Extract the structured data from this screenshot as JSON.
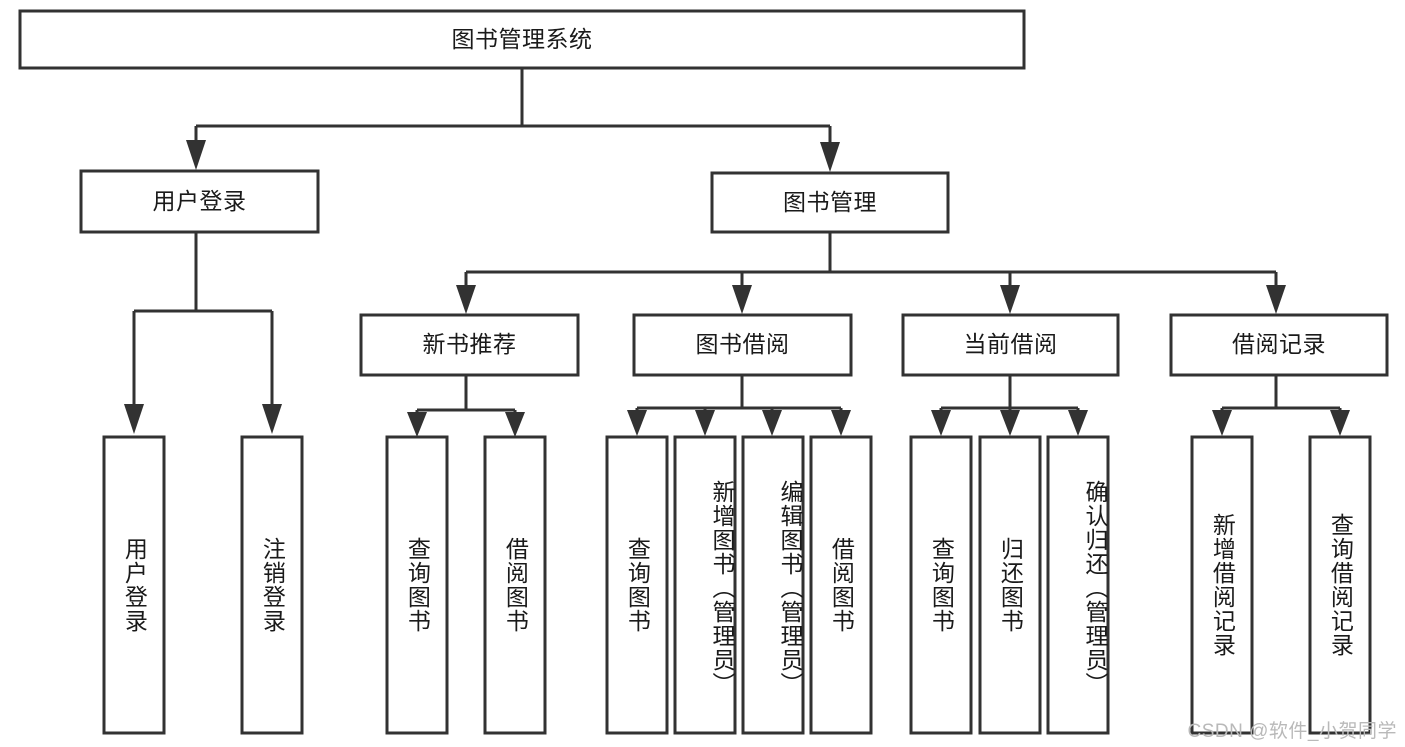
{
  "diagram": {
    "title": "图书管理系统",
    "type": "hierarchy-tree",
    "watermark": "CSDN @软件_小贺同学",
    "colors": {
      "box_fill": "#ffffff",
      "box_stroke": "#323232",
      "text": "#1a1a1a",
      "watermark": "#b9b9b9",
      "background": "#ffffff"
    },
    "nodes": {
      "root": {
        "label": "图书管理系统",
        "level": 1,
        "orientation": "horizontal"
      },
      "l2": [
        {
          "id": "user-login",
          "label": "用户登录",
          "level": 2,
          "orientation": "horizontal"
        },
        {
          "id": "book-manage",
          "label": "图书管理",
          "level": 2,
          "orientation": "horizontal"
        }
      ],
      "l3": [
        {
          "id": "new-book-recommend",
          "label": "新书推荐",
          "level": 3,
          "orientation": "horizontal"
        },
        {
          "id": "book-borrow",
          "label": "图书借阅",
          "level": 3,
          "orientation": "horizontal"
        },
        {
          "id": "current-borrow",
          "label": "当前借阅",
          "level": 3,
          "orientation": "horizontal"
        },
        {
          "id": "borrow-record",
          "label": "借阅记录",
          "level": 3,
          "orientation": "horizontal"
        }
      ],
      "leaves": [
        {
          "id": "leaf-user-login",
          "label": "用户登录",
          "parent": "user-login",
          "orientation": "vertical"
        },
        {
          "id": "leaf-user-logout",
          "label": "注销登录",
          "parent": "user-login",
          "orientation": "vertical"
        },
        {
          "id": "leaf-query-book-1",
          "label": "查询图书",
          "parent": "new-book-recommend",
          "orientation": "vertical"
        },
        {
          "id": "leaf-borrow-book-1",
          "label": "借阅图书",
          "parent": "new-book-recommend",
          "orientation": "vertical"
        },
        {
          "id": "leaf-query-book-2",
          "label": "查询图书",
          "parent": "book-borrow",
          "orientation": "vertical"
        },
        {
          "id": "leaf-add-book",
          "label": "新增图书（管理员）",
          "parent": "book-borrow",
          "orientation": "vertical"
        },
        {
          "id": "leaf-edit-book",
          "label": "编辑图书（管理员）",
          "parent": "book-borrow",
          "orientation": "vertical"
        },
        {
          "id": "leaf-borrow-book-2",
          "label": "借阅图书",
          "parent": "book-borrow",
          "orientation": "vertical"
        },
        {
          "id": "leaf-query-book-3",
          "label": "查询图书",
          "parent": "current-borrow",
          "orientation": "vertical"
        },
        {
          "id": "leaf-return-book",
          "label": "归还图书",
          "parent": "current-borrow",
          "orientation": "vertical"
        },
        {
          "id": "leaf-confirm-return",
          "label": "确认归还（管理员）",
          "parent": "current-borrow",
          "orientation": "vertical"
        },
        {
          "id": "leaf-add-record",
          "label": "新增借阅记录",
          "parent": "borrow-record",
          "orientation": "vertical"
        },
        {
          "id": "leaf-query-record",
          "label": "查询借阅记录",
          "parent": "borrow-record",
          "orientation": "vertical"
        }
      ]
    }
  }
}
